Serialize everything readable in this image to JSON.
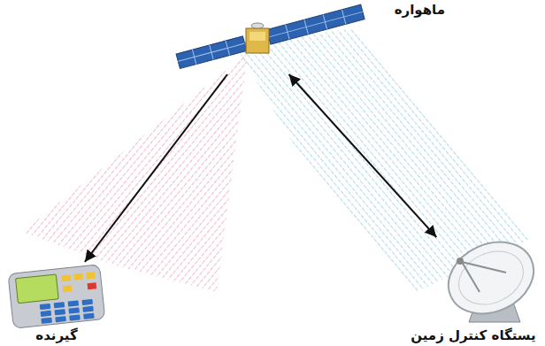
{
  "diagram": {
    "nodes": [
      {
        "text": [
          "ماهواره"
        ]
      },
      {
        "text": [
          "گیرنده"
        ]
      },
      {
        "text": [
          "یستگاه کنترل زمین"
        ]
      }
    ],
    "edges": [
      {
        "from": 0,
        "to": 1,
        "arrow": "to"
      },
      {
        "from": 2,
        "to": 0,
        "arrow": "both"
      }
    ]
  }
}
